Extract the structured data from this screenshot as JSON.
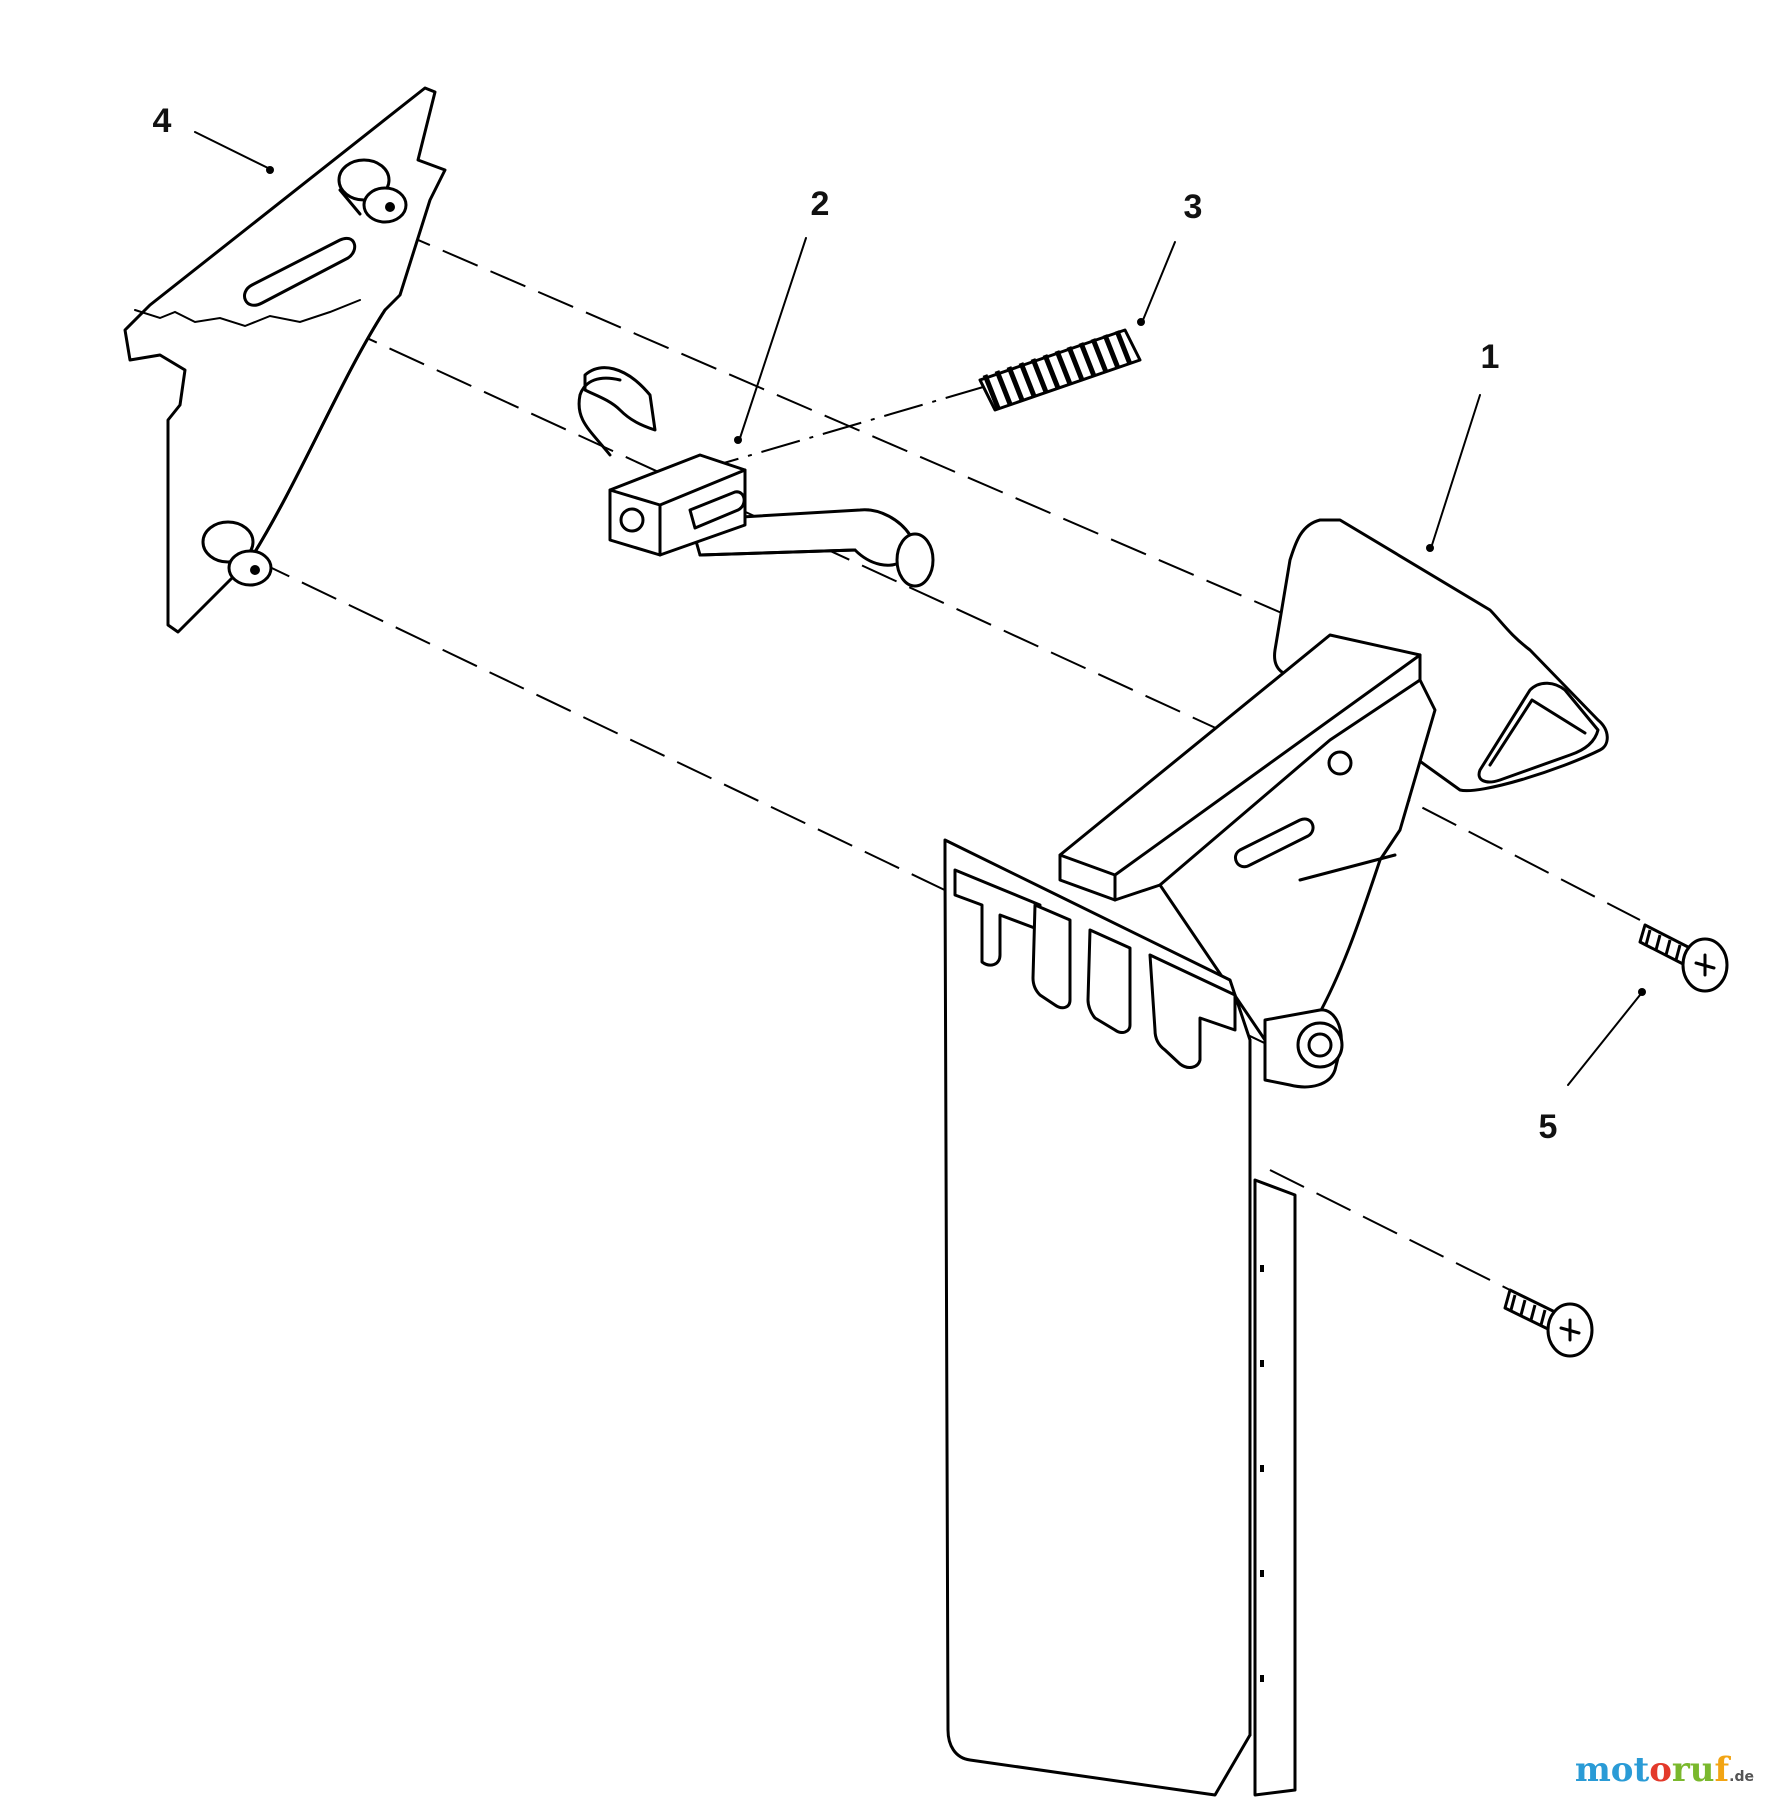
{
  "diagram": {
    "callouts": [
      {
        "id": "1",
        "label": "1"
      },
      {
        "id": "2",
        "label": "2"
      },
      {
        "id": "3",
        "label": "3"
      },
      {
        "id": "4",
        "label": "4"
      },
      {
        "id": "5",
        "label": "5"
      }
    ],
    "parts": [
      {
        "ref": "1",
        "part": "lever-handle-assembly"
      },
      {
        "ref": "2",
        "part": "latch-rod-with-block"
      },
      {
        "ref": "3",
        "part": "compression-spring"
      },
      {
        "ref": "4",
        "part": "mounting-plate"
      },
      {
        "ref": "5",
        "part": "screws"
      }
    ]
  },
  "watermark": {
    "part1": "mot",
    "part2": "o",
    "part3": "ru",
    "part4": "f",
    "tld": ".de",
    "colors": [
      "#2a9bd6",
      "#e33a2b",
      "#7ab82d",
      "#f2a413"
    ]
  }
}
